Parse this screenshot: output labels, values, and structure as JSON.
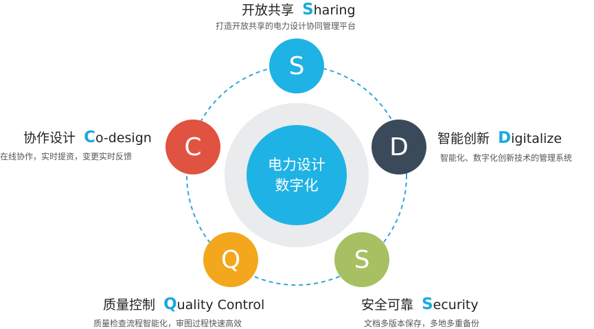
{
  "center": {
    "line1": "电力设计",
    "line2": "数字化"
  },
  "colors": {
    "ring": "#2aa7d6",
    "center_bg": "#e9ebed",
    "center_core": "#1fb2e4",
    "accent": "#1aa9df"
  },
  "items": [
    {
      "id": "sharing",
      "letter": "S",
      "cn": "开放共享",
      "initial": "S",
      "rest": "haring",
      "desc": "打造开放共享的电力设计协同管理平台",
      "color": "#1fb2e4"
    },
    {
      "id": "digitalize",
      "letter": "D",
      "cn": "智能创新",
      "initial": "D",
      "rest": "igitalize",
      "desc": "智能化、数字化创新技术的管理系统",
      "color": "#3b4a5a"
    },
    {
      "id": "security",
      "letter": "S",
      "cn": "安全可靠",
      "initial": "S",
      "rest": "ecurity",
      "desc": "文档多版本保存，多地多重备份",
      "color": "#a7c062"
    },
    {
      "id": "quality",
      "letter": "Q",
      "cn": "质量控制",
      "initial": "Q",
      "rest": "uality Control",
      "desc": "质量检查流程智能化，审图过程快速高效",
      "color": "#f2a71c"
    },
    {
      "id": "codesign",
      "letter": "C",
      "cn": "协作设计",
      "initial": "C",
      "rest": "o-design",
      "desc": "在线协作，实时提资，变更实时反馈",
      "color": "#e05340"
    }
  ]
}
